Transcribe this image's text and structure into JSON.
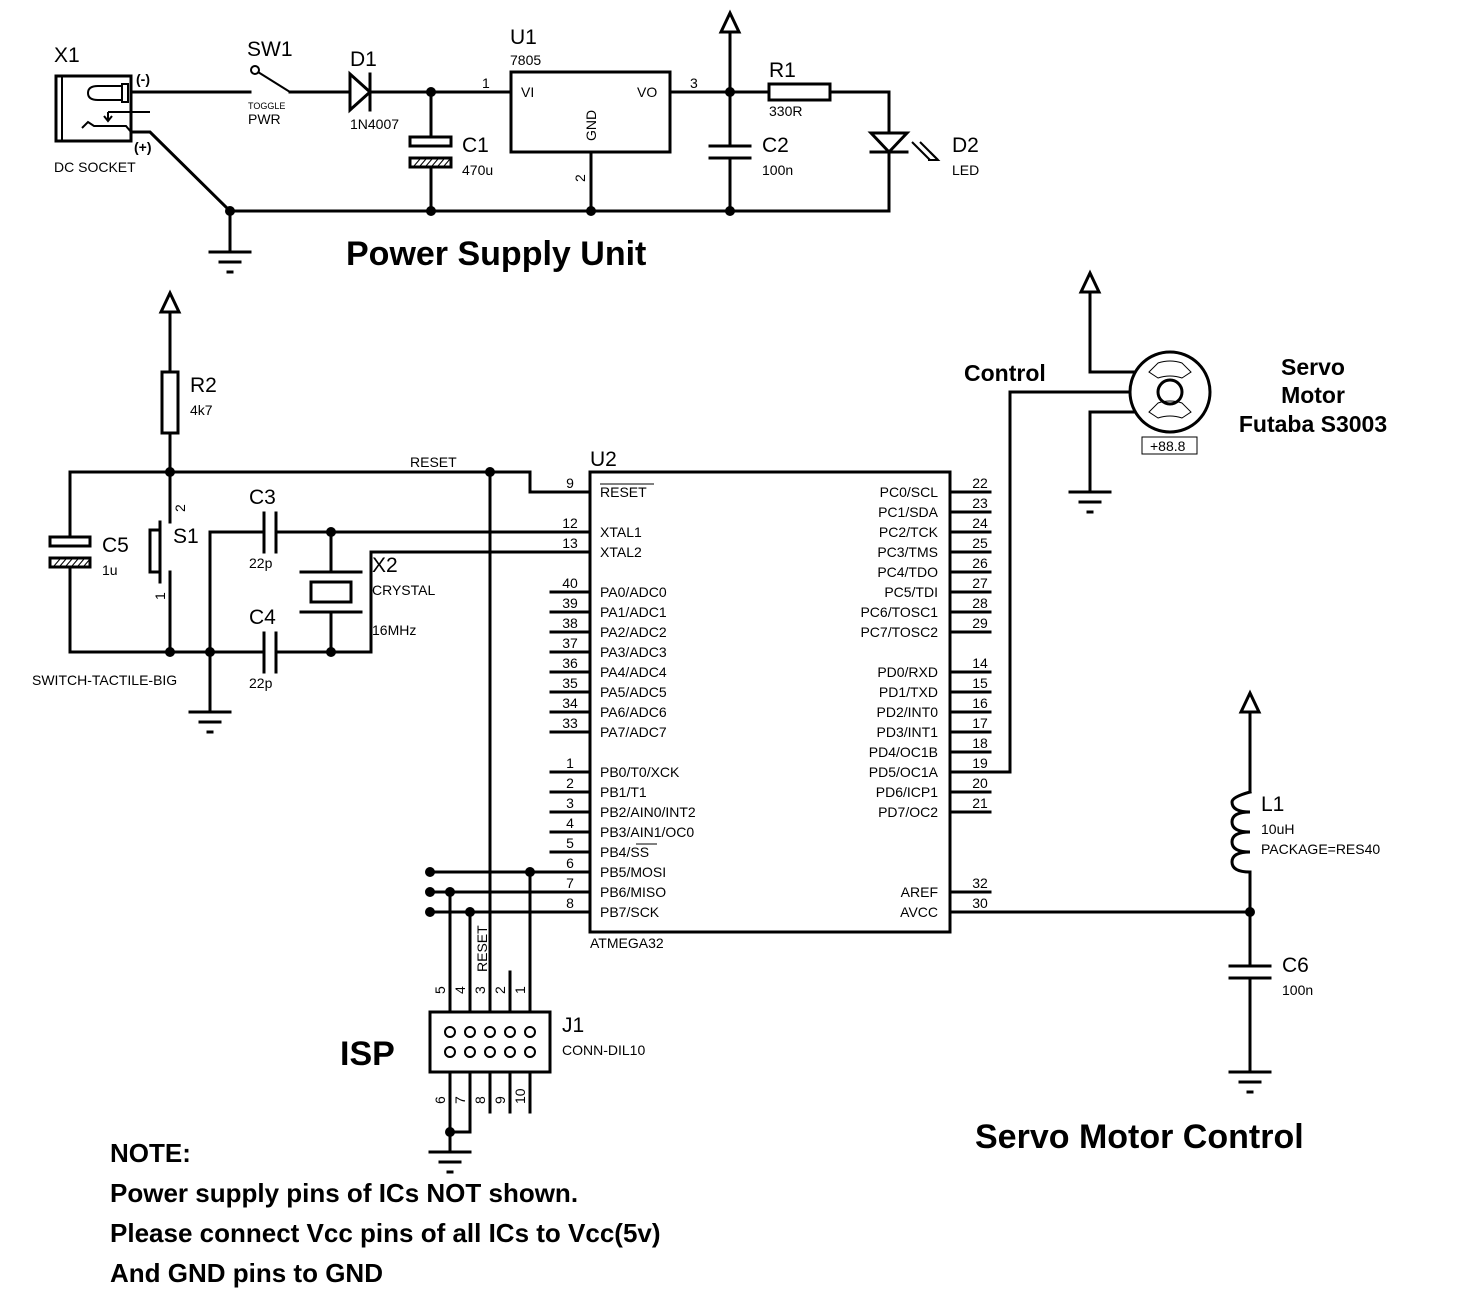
{
  "titles": {
    "power": "Power Supply Unit",
    "servo": "Servo Motor Control",
    "isp": "ISP",
    "control": "Control"
  },
  "servo_label": [
    "Servo",
    "Motor",
    "Futaba S3003"
  ],
  "servo_readout": "+88.8",
  "note": [
    "NOTE:",
    "Power supply pins of ICs NOT shown.",
    "Please connect Vcc pins of all ICs to Vcc(5v)",
    "And GND pins to GND"
  ],
  "components": {
    "X1": {
      "ref": "X1",
      "value": "DC SOCKET",
      "minus": "(-)",
      "plus": "(+)"
    },
    "SW1": {
      "ref": "SW1",
      "type": "TOGGLE",
      "value": "PWR"
    },
    "D1": {
      "ref": "D1",
      "value": "1N4007"
    },
    "C1": {
      "ref": "C1",
      "value": "470u"
    },
    "U1": {
      "ref": "U1",
      "value": "7805",
      "pin_vi": "VI",
      "pin_vo": "VO",
      "pin_gnd": "GND",
      "p1": "1",
      "p2": "2",
      "p3": "3"
    },
    "C2": {
      "ref": "C2",
      "value": "100n"
    },
    "R1": {
      "ref": "R1",
      "value": "330R"
    },
    "D2": {
      "ref": "D2",
      "value": "LED"
    },
    "R2": {
      "ref": "R2",
      "value": "4k7"
    },
    "C5": {
      "ref": "C5",
      "value": "1u"
    },
    "S1": {
      "ref": "S1",
      "value": "SWITCH-TACTILE-BIG",
      "p1": "1",
      "p2": "2"
    },
    "C3": {
      "ref": "C3",
      "value": "22p"
    },
    "C4": {
      "ref": "C4",
      "value": "22p"
    },
    "X2": {
      "ref": "X2",
      "value": "CRYSTAL",
      "freq": "16MHz"
    },
    "U2": {
      "ref": "U2",
      "value": "ATMEGA32"
    },
    "L1": {
      "ref": "L1",
      "value": "10uH",
      "package": "PACKAGE=RES40"
    },
    "C6": {
      "ref": "C6",
      "value": "100n"
    },
    "J1": {
      "ref": "J1",
      "value": "CONN-DIL10"
    }
  },
  "net_labels": {
    "reset_h": "RESET",
    "reset_v": "RESET"
  },
  "u2_left_pins": [
    {
      "num": "9",
      "name": "RESET"
    },
    {
      "num": "12",
      "name": "XTAL1"
    },
    {
      "num": "13",
      "name": "XTAL2"
    },
    {
      "num": "40",
      "name": "PA0/ADC0"
    },
    {
      "num": "39",
      "name": "PA1/ADC1"
    },
    {
      "num": "38",
      "name": "PA2/ADC2"
    },
    {
      "num": "37",
      "name": "PA3/ADC3"
    },
    {
      "num": "36",
      "name": "PA4/ADC4"
    },
    {
      "num": "35",
      "name": "PA5/ADC5"
    },
    {
      "num": "34",
      "name": "PA6/ADC6"
    },
    {
      "num": "33",
      "name": "PA7/ADC7"
    },
    {
      "num": "1",
      "name": "PB0/T0/XCK"
    },
    {
      "num": "2",
      "name": "PB1/T1"
    },
    {
      "num": "3",
      "name": "PB2/AIN0/INT2"
    },
    {
      "num": "4",
      "name": "PB3/AIN1/OC0"
    },
    {
      "num": "5",
      "name": "PB4/SS"
    },
    {
      "num": "6",
      "name": "PB5/MOSI"
    },
    {
      "num": "7",
      "name": "PB6/MISO"
    },
    {
      "num": "8",
      "name": "PB7/SCK"
    }
  ],
  "u2_right_pins": [
    {
      "num": "22",
      "name": "PC0/SCL"
    },
    {
      "num": "23",
      "name": "PC1/SDA"
    },
    {
      "num": "24",
      "name": "PC2/TCK"
    },
    {
      "num": "25",
      "name": "PC3/TMS"
    },
    {
      "num": "26",
      "name": "PC4/TDO"
    },
    {
      "num": "27",
      "name": "PC5/TDI"
    },
    {
      "num": "28",
      "name": "PC6/TOSC1"
    },
    {
      "num": "29",
      "name": "PC7/TOSC2"
    },
    {
      "num": "14",
      "name": "PD0/RXD"
    },
    {
      "num": "15",
      "name": "PD1/TXD"
    },
    {
      "num": "16",
      "name": "PD2/INT0"
    },
    {
      "num": "17",
      "name": "PD3/INT1"
    },
    {
      "num": "18",
      "name": "PD4/OC1B"
    },
    {
      "num": "19",
      "name": "PD5/OC1A"
    },
    {
      "num": "20",
      "name": "PD6/ICP1"
    },
    {
      "num": "21",
      "name": "PD7/OC2"
    },
    {
      "num": "32",
      "name": "AREF"
    },
    {
      "num": "30",
      "name": "AVCC"
    }
  ],
  "j1_top_pins": [
    "5",
    "4",
    "3",
    "2",
    "1"
  ],
  "j1_bottom_pins": [
    "6",
    "7",
    "8",
    "9",
    "10"
  ]
}
